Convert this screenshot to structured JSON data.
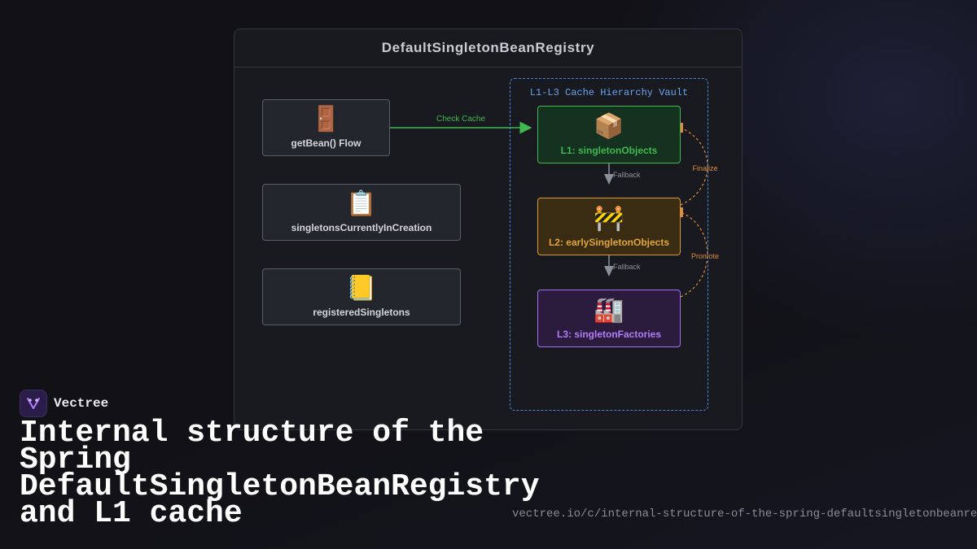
{
  "panel": {
    "title": "DefaultSingletonBeanRegistry"
  },
  "nodes": {
    "getbean": {
      "icon": "door-icon",
      "glyph": "🚪",
      "label": "getBean() Flow"
    },
    "creation": {
      "icon": "clipboard-icon",
      "glyph": "📋",
      "label": "singletonsCurrentlyInCreation"
    },
    "registered": {
      "icon": "notebook-icon",
      "glyph": "📒",
      "label": "registeredSingletons"
    }
  },
  "vault": {
    "title": "L1-L3 Cache Hierarchy Vault",
    "l1": {
      "icon": "package-icon",
      "glyph": "📦",
      "label": "L1: singletonObjects"
    },
    "l2": {
      "icon": "construction-icon",
      "glyph": "🚧",
      "label": "L2: earlySingletonObjects"
    },
    "l3": {
      "icon": "factory-icon",
      "glyph": "🏭",
      "label": "L3: singletonFactories"
    }
  },
  "edges": {
    "check_cache": "Check Cache",
    "fallback_1": "Fallback",
    "fallback_2": "Fallback",
    "finalize": "Finalize",
    "promote": "Promote"
  },
  "colors": {
    "l1": "#3fb950",
    "l2": "#d99a2b",
    "l3": "#a36ff0",
    "vault": "#4d86d6",
    "lifecycle_arrow": "#e08a3c"
  },
  "brand": {
    "name": "Vectree",
    "icon": "vectree-logo-icon"
  },
  "caption": {
    "title": "Internal structure of the Spring DefaultSingletonBeanRegistry and L1 cache",
    "url": "vectree.io/c/internal-structure-of-the-spring-defaultsingletonbeanre"
  }
}
